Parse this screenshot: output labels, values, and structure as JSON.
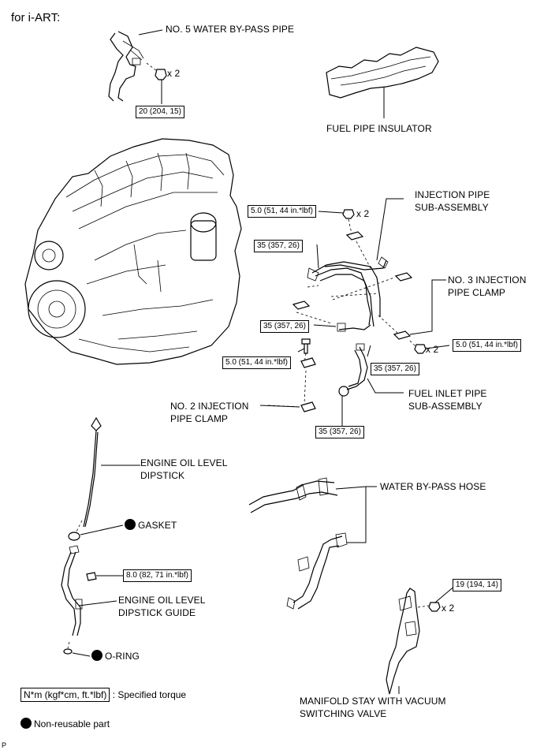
{
  "title": "for i-ART:",
  "labels": {
    "water_bypass_pipe": "NO. 5 WATER BY-PASS PIPE",
    "fuel_pipe_insulator": "FUEL PIPE INSULATOR",
    "injection_pipe_1": "INJECTION PIPE",
    "injection_pipe_2": "SUB-ASSEMBLY",
    "no3_clamp_1": "NO. 3 INJECTION",
    "no3_clamp_2": "PIPE CLAMP",
    "no2_clamp_1": "NO. 2 INJECTION",
    "no2_clamp_2": "PIPE CLAMP",
    "fuel_inlet_1": "FUEL INLET PIPE",
    "fuel_inlet_2": "SUB-ASSEMBLY",
    "dipstick_1": "ENGINE OIL LEVEL",
    "dipstick_2": "DIPSTICK",
    "gasket": "GASKET",
    "dipstick_guide_1": "ENGINE OIL LEVEL",
    "dipstick_guide_2": "DIPSTICK GUIDE",
    "o_ring": "O-RING",
    "water_bypass_hose": "WATER BY-PASS HOSE",
    "manifold_stay_1": "MANIFOLD STAY WITH VACUUM",
    "manifold_stay_2": "SWITCHING VALVE"
  },
  "quantities": {
    "x2_a": "x 2",
    "x2_b": "x 2",
    "x2_c": "x 2",
    "x2_d": "x 2"
  },
  "torques": {
    "t_bypass": "20 (204, 15)",
    "t_inj_top": "5.0 (51, 44 in.*lbf)",
    "t_35_a": "35 (357, 26)",
    "t_35_b": "35 (357, 26)",
    "t_35_c": "35 (357, 26)",
    "t_35_d": "35 (357, 26)",
    "t_5_right": "5.0 (51, 44 in.*lbf)",
    "t_5_left": "5.0 (51, 44 in.*lbf)",
    "t_dipstick": "8.0 (82, 71 in.*lbf)",
    "t_manifold": "19 (194, 14)"
  },
  "legend": {
    "torque_box": "N*m (kgf*cm, ft.*lbf)",
    "torque_text": ": Specified torque",
    "nonreusable": "Non-reusable part"
  },
  "corner_mark": "P"
}
